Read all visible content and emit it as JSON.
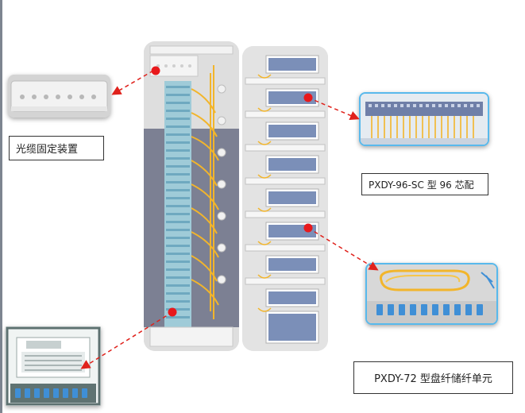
{
  "labels": {
    "cable_fixing": "光缆固定装置",
    "distribution_unit": "PXDY-96-SC 型  96 芯配",
    "storage_unit": "PXDY-72  型盘纤储纤单元"
  },
  "colors": {
    "leader_line": "#e0221c",
    "marker": "#e8191c",
    "fiber": "#f2b52b",
    "connector": "#3f8fd6",
    "photo_frame": "#58b9ec"
  },
  "icons": {
    "marker": "red-dot-marker",
    "arrow": "dashed-arrow"
  }
}
